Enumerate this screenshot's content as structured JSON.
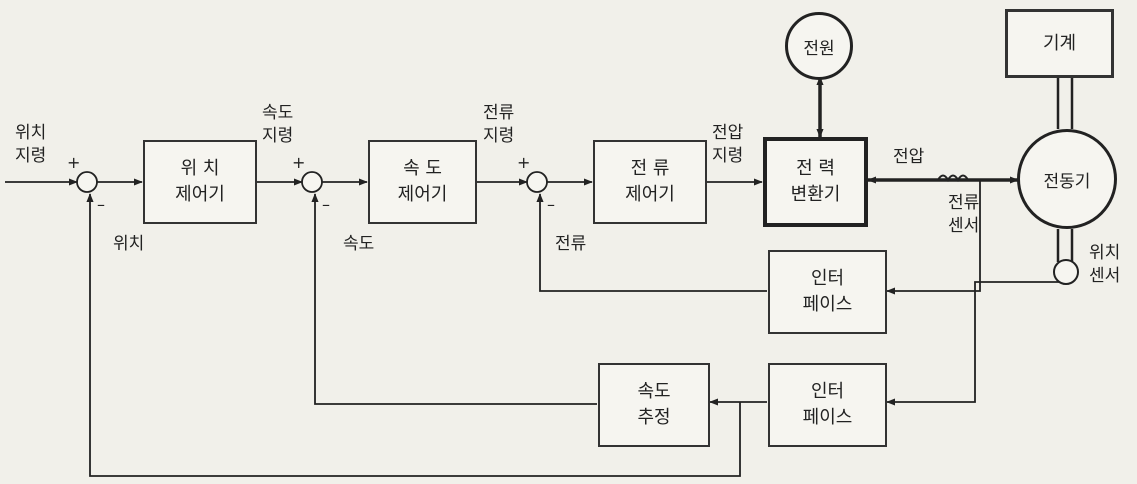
{
  "blocks": {
    "position_controller": [
      "위 치",
      "제어기"
    ],
    "speed_controller": [
      "속 도",
      "제어기"
    ],
    "current_controller": [
      "전 류",
      "제어기"
    ],
    "power_converter": [
      "전 력",
      "변환기"
    ],
    "interface_current": [
      "인터",
      "페이스"
    ],
    "interface_position": [
      "인터",
      "페이스"
    ],
    "speed_estimation": [
      "속도",
      "추정"
    ],
    "machine": "기계"
  },
  "nodes": {
    "power_source": "전원",
    "motor": "전동기"
  },
  "labels": {
    "position_command": [
      "위치",
      "지령"
    ],
    "speed_command": [
      "속도",
      "지령"
    ],
    "current_command": [
      "전류",
      "지령"
    ],
    "voltage_command": [
      "전압",
      "지령"
    ],
    "voltage": "전압",
    "current_sensor": [
      "전류",
      "센서"
    ],
    "position_sensor": [
      "위치",
      "센서"
    ],
    "position_feedback": "위치",
    "speed_feedback": "속도",
    "current_feedback": "전류"
  },
  "signs": {
    "plus": "+",
    "minus": "–"
  }
}
